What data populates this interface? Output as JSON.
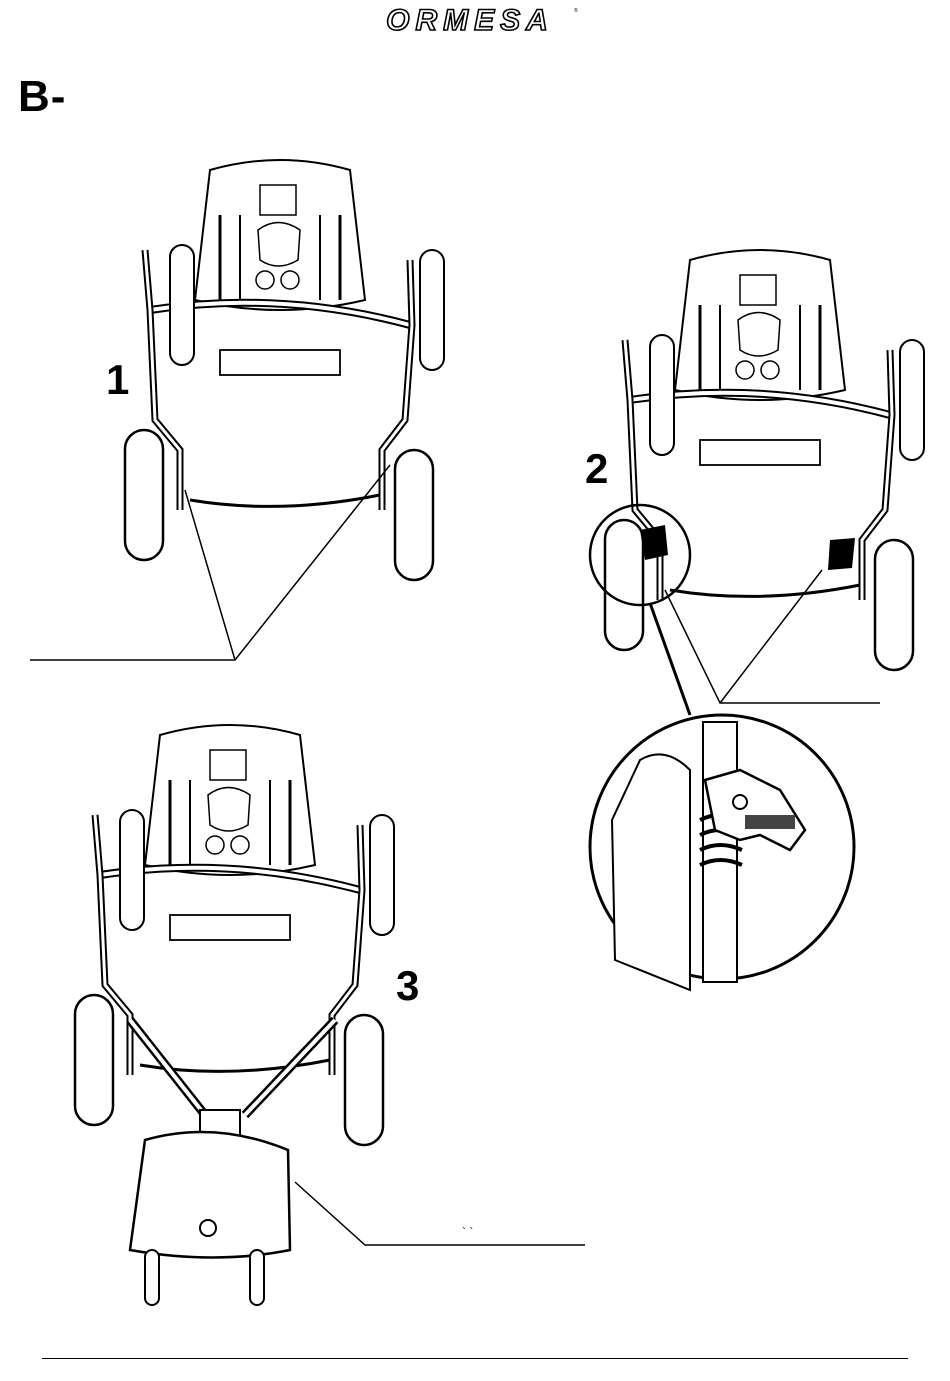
{
  "header": {
    "brand": "ORMESA"
  },
  "section": {
    "label": "B-"
  },
  "steps": [
    {
      "number": "1"
    },
    {
      "number": "2"
    },
    {
      "number": "3"
    }
  ],
  "callouts": [
    {
      "text": ""
    },
    {
      "text": ""
    },
    {
      "text": "` `"
    }
  ]
}
